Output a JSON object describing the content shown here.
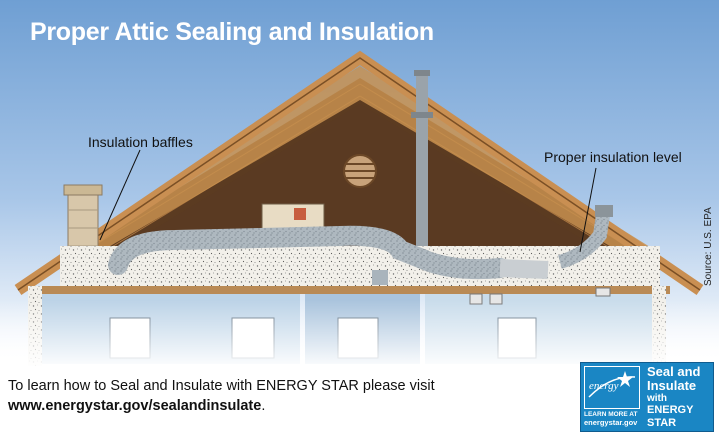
{
  "header": {
    "title": "Proper Attic Sealing and Insulation"
  },
  "callouts": {
    "baffles": "Insulation baffles",
    "level": "Proper insulation level"
  },
  "source": "Source: U.S. EPA",
  "cta": {
    "line1": "To learn how to Seal and Insulate with ENERGY STAR please visit",
    "url": "www.energystar.gov/sealandinsulate",
    "url_suffix": "."
  },
  "badge": {
    "logo": "energy",
    "learn_more": "LEARN MORE AT",
    "site": "energystar.gov",
    "seal_line1": "Seal and",
    "seal_line2": "Insulate",
    "seal_line3": "with",
    "seal_line4": "ENERGY STAR"
  },
  "colors": {
    "sky_top": "#7aa6d6",
    "sky_bottom": "#ffffff",
    "roof_trim": "#c98f52",
    "attic_wall": "#5a3a22",
    "insulation": "#f0eee8",
    "duct": "#a9b4bc",
    "room_wall": "#cfe0ee",
    "badge_blue": "#1a86c4"
  }
}
